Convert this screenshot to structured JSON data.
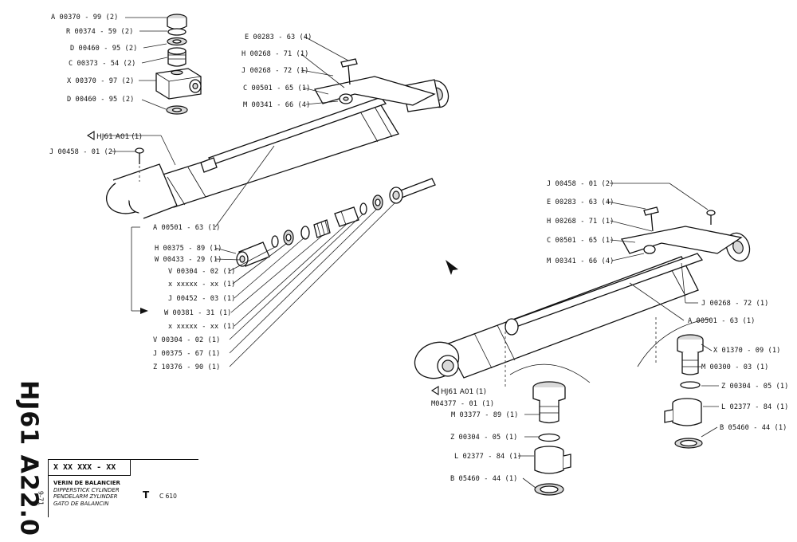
{
  "sheet": {
    "code": "HJ61 A22.0",
    "date": "9-71",
    "title_block": {
      "code_field": "X XX XXX  - XX",
      "lines": [
        "VERIN DE BALANCIER",
        "DIPPERSTICK CYLINDER",
        "PENDELARM ZYLINDER",
        "GATO DE BALANCIN"
      ],
      "type_letter": "T",
      "model": "C 610"
    }
  },
  "refs": {
    "left_cyl": "HJ61  A01 (1)",
    "right_cyl": "HJ61  A01 (1)"
  },
  "callouts_top": [
    "A 00370 - 99 (2)",
    "R 00374 - 59 (2)",
    "D 00460 - 95 (2)",
    "C 00373 - 54 (2)",
    "X 00370 - 97 (2)",
    "D 00460 - 95 (2)"
  ],
  "callouts_top_mid": [
    "E 00283 - 63 (4)",
    "H 00268 - 71 (1)",
    "J 00268 - 72 (1)",
    "C 00501 - 65 (1)",
    "M 00341 - 66 (4)"
  ],
  "callout_left_j": "J 00458 - 01 (2)",
  "callout_rod_a": "A 00501 - 63 (1)",
  "callouts_fittings": [
    "H 00375 - 89 (1)",
    "W 00433 - 29 (1)",
    "V 00304 - 02 (1)",
    "x xxxxx - xx  (1)",
    "J 00452 - 03  (1)",
    "W 00381 - 31  (1)",
    "x xxxxx - xx  (1)",
    "V 00304 - 02 (1)",
    "J 00375 - 67 (1)",
    "Z 10376 - 90 (1)"
  ],
  "callouts_right_upper": [
    "J 00458 - 01 (2)",
    "E 00283 - 63 (4)",
    "H 00268 - 71 (1)",
    "C 00501 - 65 (1)",
    "M 00341 - 66 (4)"
  ],
  "callout_right_j": "J 00268 - 72 (1)",
  "callout_right_a": "A 00501 - 63 (1)",
  "callouts_bottom_left": [
    "M04377 - 01 (1)",
    "M 03377 - 89 (1)",
    "Z 00304 - 05 (1)",
    "L 02377 - 84 (1)",
    "B 05460 - 44 (1)"
  ],
  "callouts_bottom_right": [
    "X 01370 - 09 (1)",
    "M 00300 - 03 (1)",
    "Z 00304 - 05 (1)",
    "L 02377 - 84 (1)",
    "B 05460 - 44 (1)"
  ]
}
